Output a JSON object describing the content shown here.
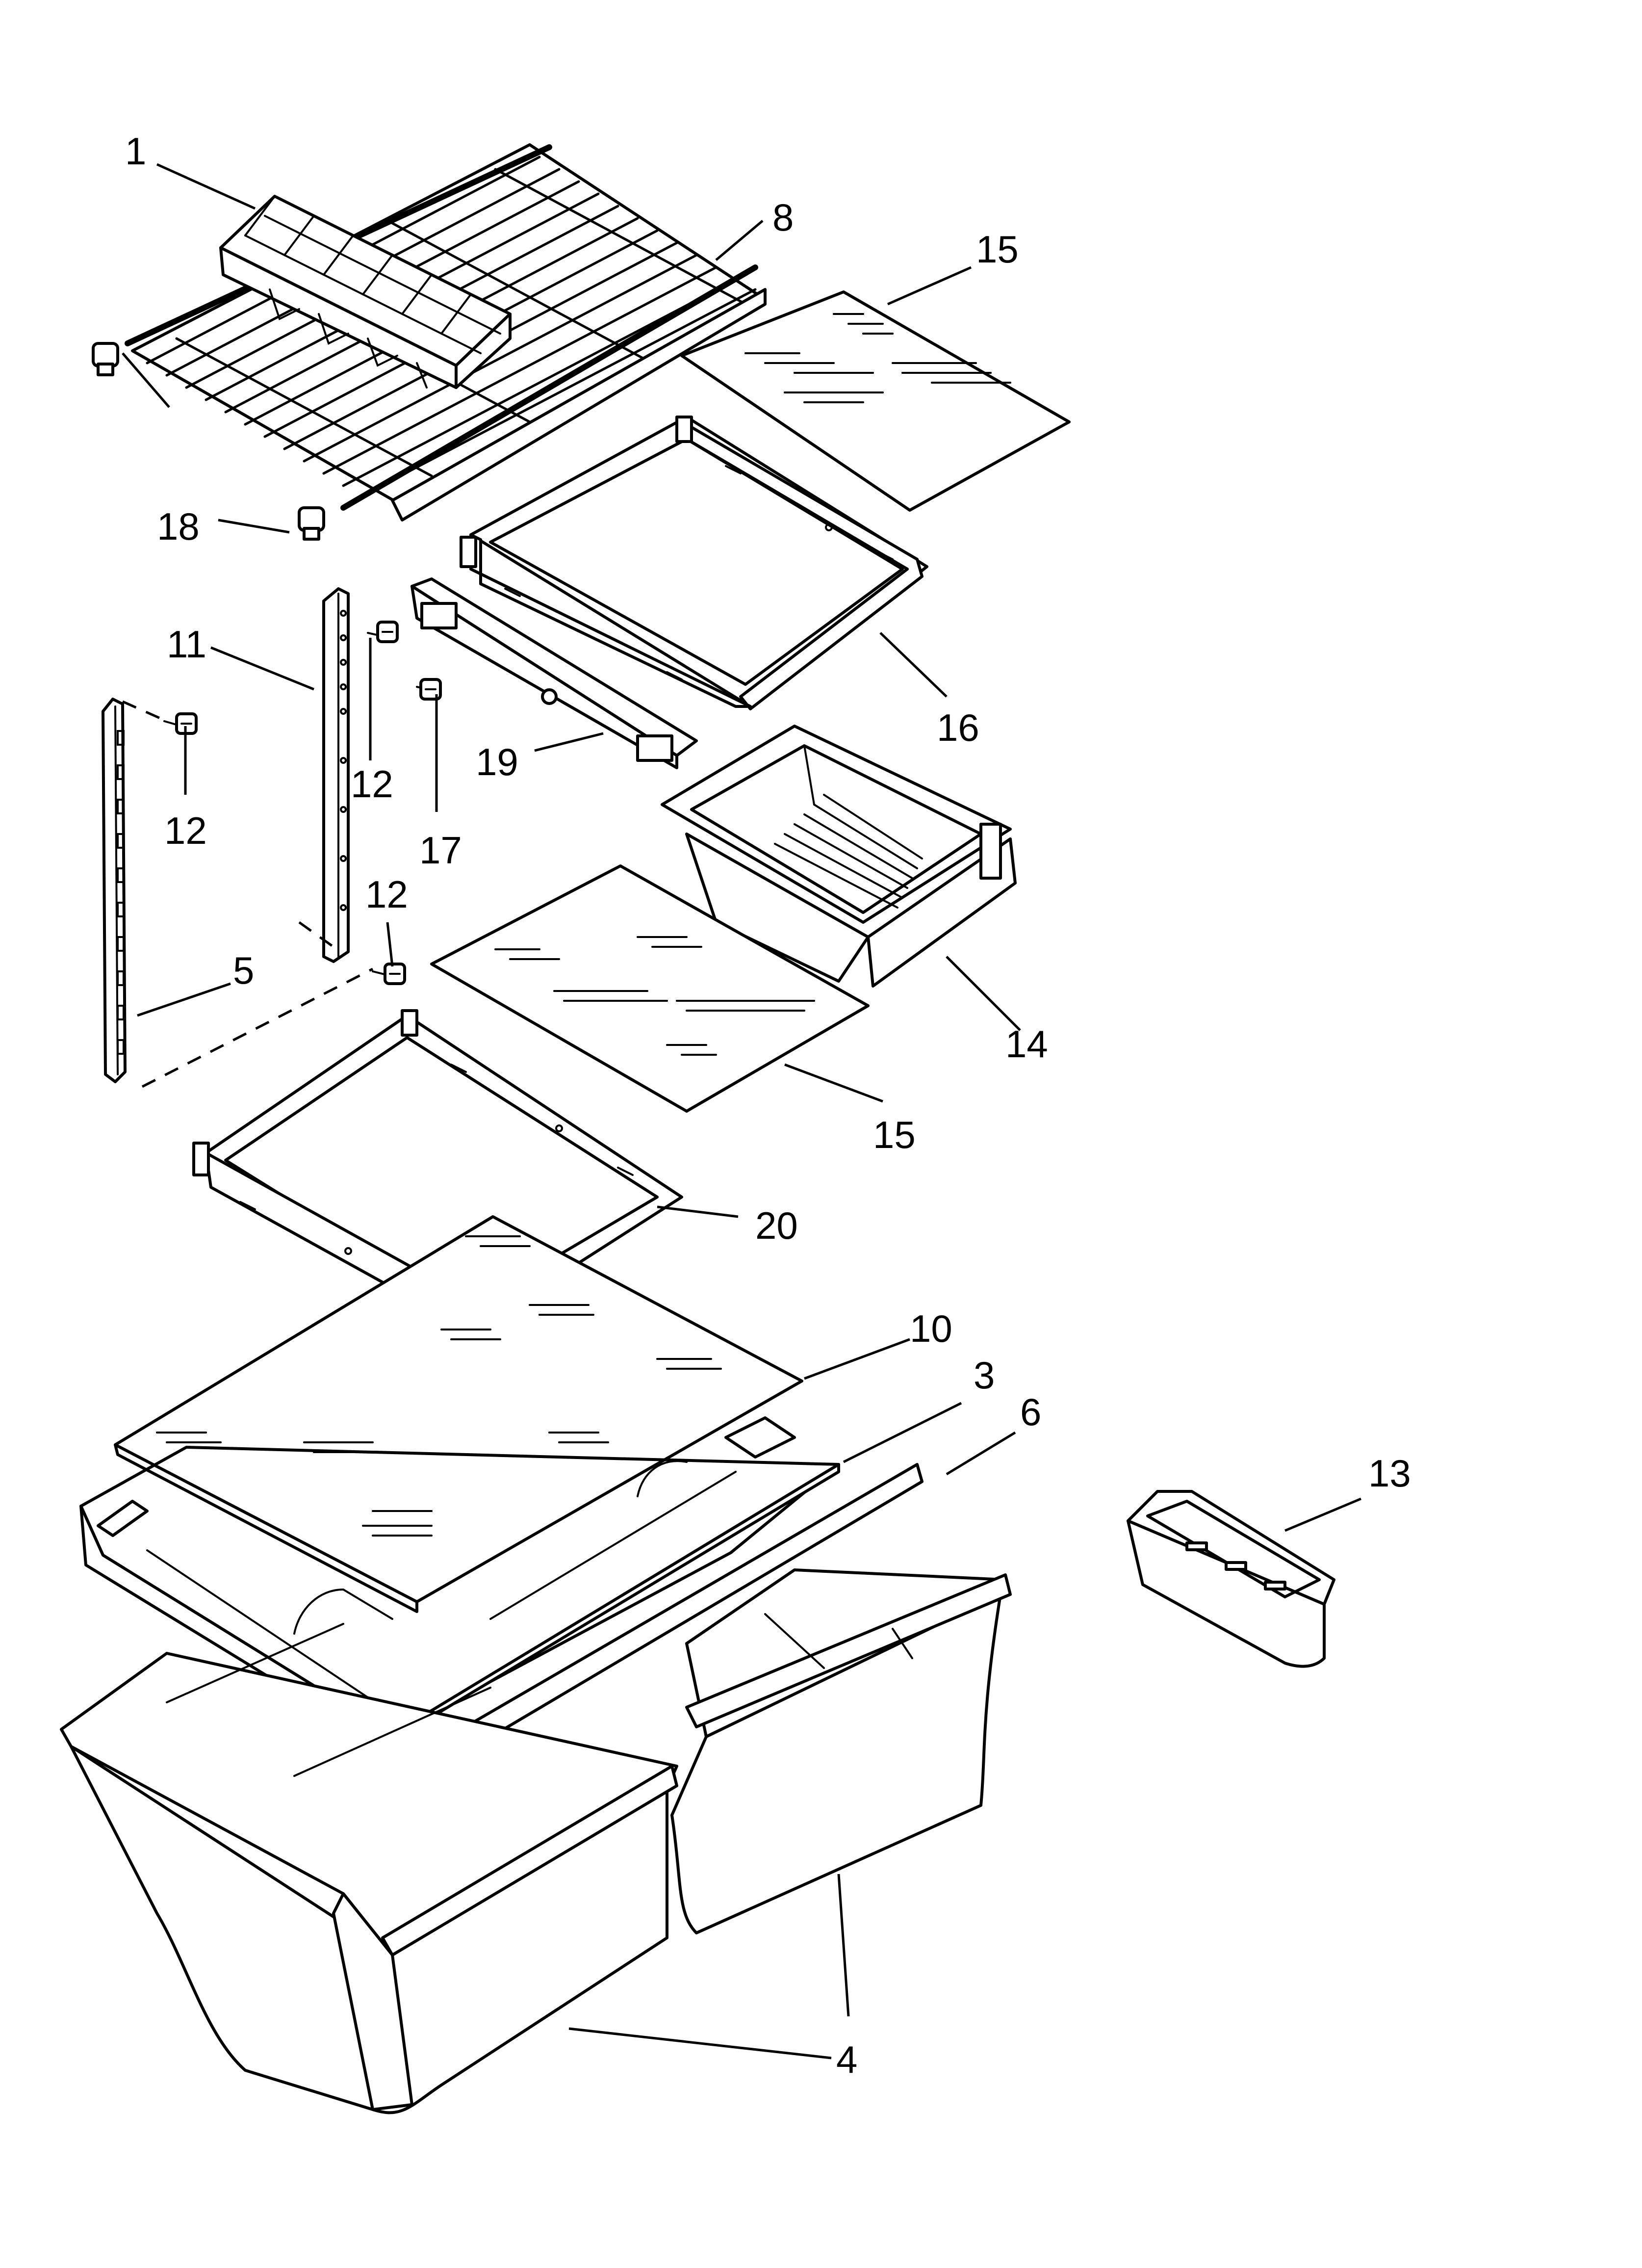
{
  "callouts": [
    {
      "id": "1",
      "label": "1"
    },
    {
      "id": "8",
      "label": "8"
    },
    {
      "id": "15a",
      "label": "15"
    },
    {
      "id": "18",
      "label": "18"
    },
    {
      "id": "11",
      "label": "11"
    },
    {
      "id": "12a",
      "label": "12"
    },
    {
      "id": "12b",
      "label": "12"
    },
    {
      "id": "17",
      "label": "17"
    },
    {
      "id": "19",
      "label": "19"
    },
    {
      "id": "16",
      "label": "16"
    },
    {
      "id": "12c",
      "label": "12"
    },
    {
      "id": "5",
      "label": "5"
    },
    {
      "id": "14",
      "label": "14"
    },
    {
      "id": "15b",
      "label": "15"
    },
    {
      "id": "20",
      "label": "20"
    },
    {
      "id": "10",
      "label": "10"
    },
    {
      "id": "3",
      "label": "3"
    },
    {
      "id": "6",
      "label": "6"
    },
    {
      "id": "13",
      "label": "13"
    },
    {
      "id": "4",
      "label": "4"
    }
  ],
  "colors": {
    "line": "#000000",
    "background": "#ffffff"
  }
}
